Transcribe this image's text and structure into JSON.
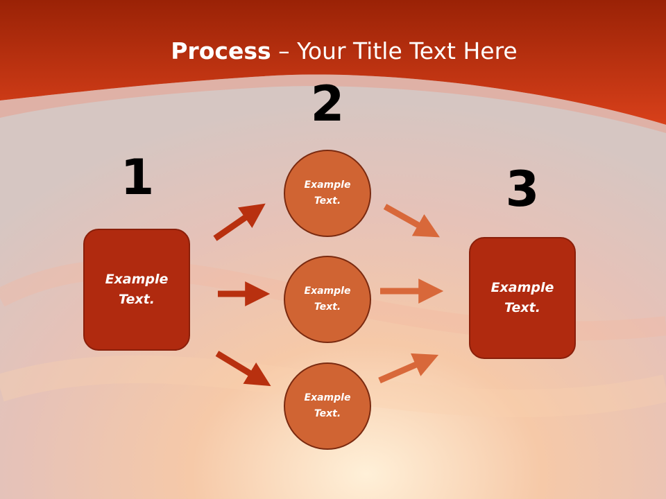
{
  "title": {
    "bold": "Process",
    "rest": " – Your Title Text Here"
  },
  "step_numbers": {
    "one": "1",
    "two": "2",
    "three": "3"
  },
  "boxes": {
    "left": "Example Text.",
    "right": "Example Text."
  },
  "circles": [
    "Example Text.",
    "Example Text.",
    "Example Text."
  ],
  "colors": {
    "header": "#c8340e",
    "box_fill": "#b02a0f",
    "circle_fill": "#d06433",
    "arrow_dark": "#b8300f",
    "arrow_light": "#d8683a"
  }
}
